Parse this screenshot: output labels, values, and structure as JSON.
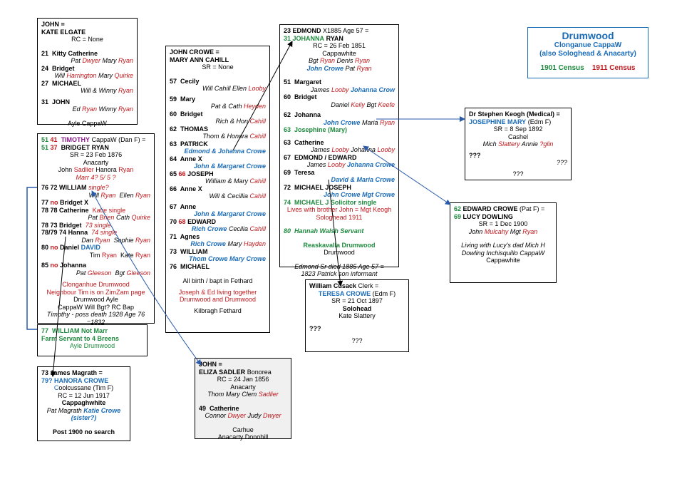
{
  "legend": {
    "title": "Drumwood",
    "sub1": "Clonganue CappaW",
    "sub2": "(also Sologhead & Anacarty)",
    "census1901": "1901 Census",
    "census1911": "1911 Census"
  },
  "box1": {
    "l1": "JOHN =",
    "l2": "KATE  ELGATE",
    "rc": "RC = None",
    "c1n": "21",
    "c1": "Kitty Catherine",
    "c1p_a": "Pat",
    "c1p_b": "Dwyer",
    "c1p_c": "Mary",
    "c1p_d": "Ryan",
    "c2n": "24",
    "c2": "Bridget",
    "c2p_a": "Will",
    "c2p_b": "Harrington",
    "c2p_c": "Mary",
    "c2p_d": "Quirke",
    "c3n": "27",
    "c3": "MICHAEL",
    "c3p_a": "Will & Winny",
    "c3p_b": "Ryan",
    "c4n": "31",
    "c4": "JOHN",
    "c4p_a": "Ed",
    "c4p_b": "Ryan",
    "c4p_c": "Winny",
    "c4p_d": "Ryan",
    "place": "Ayle  CappaW"
  },
  "box2": {
    "n1a": "51",
    "n1b": "41",
    "name1": "TIMOTHY",
    "name1rest": "CappaW (Dan F) =",
    "n2a": "51",
    "n2b": "37",
    "name2": "BRIDGET RYAN",
    "sr": "SR = 23 Feb 1876",
    "place": "Anacarty",
    "par_a": "John",
    "par_b": "Sadlier",
    "par_c": "Hanora",
    "par_d": "Ryan",
    "marr": "Marr 4?  5/ 5 ?",
    "k1n": "76 72",
    "k1": "WILLIAM",
    "k1s": "single?",
    "k1p_a": "Will",
    "k1p_b": "Ryan",
    "k1p_c": "Ellen",
    "k1p_d": "Ryan",
    "k2n": "77",
    "k2no": "no",
    "k2": "Bridget X",
    "k3n": "78 78",
    "k3": "Catherine",
    "k3s": "Katie  single",
    "k3p_a": "Pat",
    "k3p_b": "Brien",
    "k3p_c": "Cath",
    "k3p_d": "Quirke",
    "k4n": "78 73",
    "k4": "Bridget",
    "k4s": "73 single",
    "k5n": "78/79 74",
    "k5": "Hanna",
    "k5s": "74 single",
    "k5p_a": "Dan",
    "k5p_b": "Ryan",
    "k5p_c": "Sophie",
    "k5p_d": "Ryan",
    "k6n": "80",
    "k6no": "no",
    "k6": "Daniel",
    "k6b": "DAVID",
    "k6p_a": "Tim",
    "k6p_b": "Ryan",
    "k6p_c": "Kate",
    "k6p_d": "Ryan",
    "k7n": "85",
    "k7no": "no",
    "k7": "Johanna",
    "k7p_a": "Pat",
    "k7p_b": "Gleeson",
    "k7p_c": "Bgt",
    "k7p_d": "Gleeson",
    "note1": "Clonganhue Drumwood",
    "note2": "Neighbour Tim is on ZimZam page",
    "note3": "Drumwood Ayle",
    "note4": "CappaW Will Bgt? RC Bap",
    "note5": "Timothy - poss death 1928 Age 76",
    "note6": "=1832"
  },
  "box2b": {
    "n": "77",
    "name": "WILLIAM  Not Marr",
    "l2": "Farm Servant to 4 Breens",
    "l3": "Ayle Drumwood"
  },
  "box3": {
    "l1": "JOHN CROWE  =",
    "l2": "MARY ANN  CAHILL",
    "sr": "SR = None",
    "k1n": "57",
    "k1": "Cecily",
    "k1p_a": "Will Cahill Ellen",
    "k1p_b": "Looby",
    "k2n": "59",
    "k2": "Mary",
    "k2p_a": "Pat & Cath",
    "k2p_b": "Heyden",
    "k3n": "60",
    "k3": "Bridget",
    "k3p_a": "Rich & Hon",
    "k3p_b": "Cahill",
    "k4n": "62",
    "k4": "THOMAS",
    "k4p_a": "Thom & Honora",
    "k4p_b": "Cahill",
    "k5n": "63",
    "k5": "PATRICK",
    "k5p": "Edmond & Johanna Crowe",
    "k6n": "64",
    "k6": "Anne X",
    "k6p": "John & Margaret Crowe",
    "k7n": "65",
    "k7n2": "66",
    "k7": "JOSEPH",
    "k7p_a": "William & Mary",
    "k7p_b": "Cahill",
    "k8n": "66",
    "k8": "Anne X",
    "k8p_a": "Will & Cecillia",
    "k8p_b": "Cahill",
    "k9n": "67",
    "k9": "Anne",
    "k9p": "John & Margaret Crowe",
    "k10n": "70",
    "k10n2": "68",
    "k10": "EDWARD",
    "k10p_a": "Rich Crowe",
    "k10p_b": "Cecilia",
    "k10p_c": "Cahill",
    "k11n": "71",
    "k11": "Agnes",
    "k11p_a": "Rich Crowe",
    "k11p_b": "Mary",
    "k11p_c": "Hayden",
    "k12n": "73",
    "k12": "WILLIAM",
    "k12p": "Thom Crowe Mary Crowe",
    "k13n": "76",
    "k13": "MICHAEL",
    "note1": "All birth / bapt in Fethard",
    "note2": "Joseph & Ed living together",
    "note3": "Drumwood and Drumwood",
    "note4": "Kilbragh Fethard"
  },
  "box4": {
    "l1n": "23",
    "l1": "EDMOND",
    "l1r": "X1885 Age 57 =",
    "l2n": "31",
    "l2": "JOHANNA",
    "l2b": "RYAN",
    "rc": "RC = 26 Feb 1851",
    "place": "Cappawhite",
    "par1_a": "Bgt",
    "par1_b": "Ryan",
    "par1_c": "Denis",
    "par1_d": "Ryan",
    "par2_a": "John Crowe",
    "par2_b": "Pat",
    "par2_c": "Ryan",
    "k1n": "51",
    "k1": "Margaret",
    "k1p_a": "James",
    "k1p_b": "Looby",
    "k1p_c": "Johanna Crow",
    "k2n": "60",
    "k2": "Bridget",
    "k2p_a": "Daniel",
    "k2p_b": "Keily",
    "k2p_c": "Bgt",
    "k2p_d": "Keefe",
    "k3n": "62",
    "k3": "Johanna",
    "k3p_a": "John Crowe",
    "k3p_b": "Maria",
    "k3p_c": "Ryan",
    "k4n": "63",
    "k4": "Josephine (Mary)",
    "k5n": "63",
    "k5": "Catherine",
    "k5p_a": "James",
    "k5p_b": "Looby",
    "k5p_c": "Johanna",
    "k5p_d": "Looby",
    "k6n": "67",
    "k6": "EDMOND / EDWARD",
    "k6p_a": "James",
    "k6p_b": "Looby",
    "k6p_c": "Johanna Crowe",
    "k7n": "69",
    "k7": "Teresa",
    "k7p": "David & Maria Crowe",
    "k8n": "72",
    "k8": "MICHAEL JOSEPH",
    "k8p": "John Crowe Mgt Crowe",
    "k9n": "74",
    "k9": "MICHAEL J Solicitor single",
    "k9a": "Lives with brother John = Mgt Keogh",
    "k9b": "Sologhead 1911",
    "k10n": "80",
    "k10": "Hannah Walsh Servant",
    "place2": "Reaskavalla Drumwood",
    "place3": "Drumwood",
    "note1": "Edmond Sr died 1885 Age 57 =",
    "note2": "1823  Patrick son informant"
  },
  "box5": {
    "l1": "Dr Stephen Keogh (Medical) =",
    "l2": "JOSEPHINE MARY",
    "l2b": "(Edm F)",
    "sr": "SR = 8 Sep 1892",
    "place": "Cashel",
    "par_a": "Mich",
    "par_b": "Slattery",
    "par_c": "Annie",
    "par_d": "?glin",
    "q1": "???",
    "q2": "???",
    "q3": "???"
  },
  "box6": {
    "n1": "62",
    "l1": "EDWARD CROWE",
    "l1b": "(Pat F) =",
    "n2": "69",
    "l2": "LUCY DOWLING",
    "sr": "SR = 1 Dec 1900",
    "par_a": "John",
    "par_b": "Mulcahy",
    "par_c": "Mgt",
    "par_d": "Ryan",
    "note1": "Living with Lucy's dad Mich H",
    "note2": "Dowling Inchisquillo CappaW",
    "note3": "Cappawhite"
  },
  "box7": {
    "l1": "William Cusack",
    "l1b": "Clerk =",
    "l2": "TERESA CROWE",
    "l2b": "(Edm F)",
    "sr": "SR = 21 Oct 1897",
    "place": "Solohead",
    "par": "Kate Slattery",
    "q1": "???",
    "q2": "???"
  },
  "box8": {
    "l1": "73 James Magrath =",
    "l2a": "79?",
    "l2": "HANORA CROWE",
    "l3a": "C",
    "l3": "oolcussane  (Tim F)",
    "rc": "RC =  12 Jun 1917",
    "place": "Cappaghwhite",
    "par_a": "Pat Magrath",
    "par_b": "Katie Crowe",
    "par2": "(sister?)",
    "note": "Post 1900 no search"
  },
  "box9": {
    "l1": "JOHN =",
    "l2": "ELIZA SADLER",
    "l2b": "Bonorea",
    "rc": "RC = 24 Jan 1856",
    "place": "Anacarty",
    "par_a": "Thom Mary Clem",
    "par_b": "Sadlier",
    "k1n": "49",
    "k1": "Catherine",
    "k1p_a": "Connor",
    "k1p_b": "Dwyer",
    "k1p_c": "Judy",
    "k1p_d": "Dwyer",
    "place2": "Carhue",
    "place3": "Anacarty Donohill"
  }
}
